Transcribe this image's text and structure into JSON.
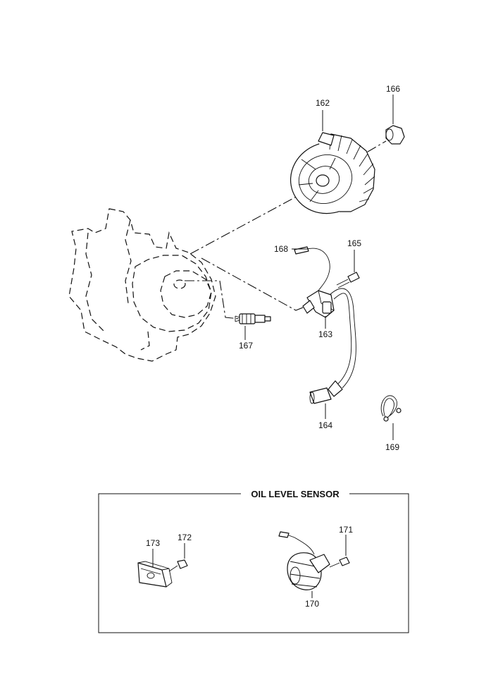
{
  "callouts": {
    "c162": "162",
    "c163": "163",
    "c164": "164",
    "c165": "165",
    "c166": "166",
    "c167": "167",
    "c168": "168",
    "c169": "169",
    "c170": "170",
    "c171": "171",
    "c172": "172",
    "c173": "173"
  },
  "oil_level_section": {
    "title": "OIL LEVEL SENSOR"
  },
  "colors": {
    "line": "#111111",
    "background": "#ffffff"
  }
}
